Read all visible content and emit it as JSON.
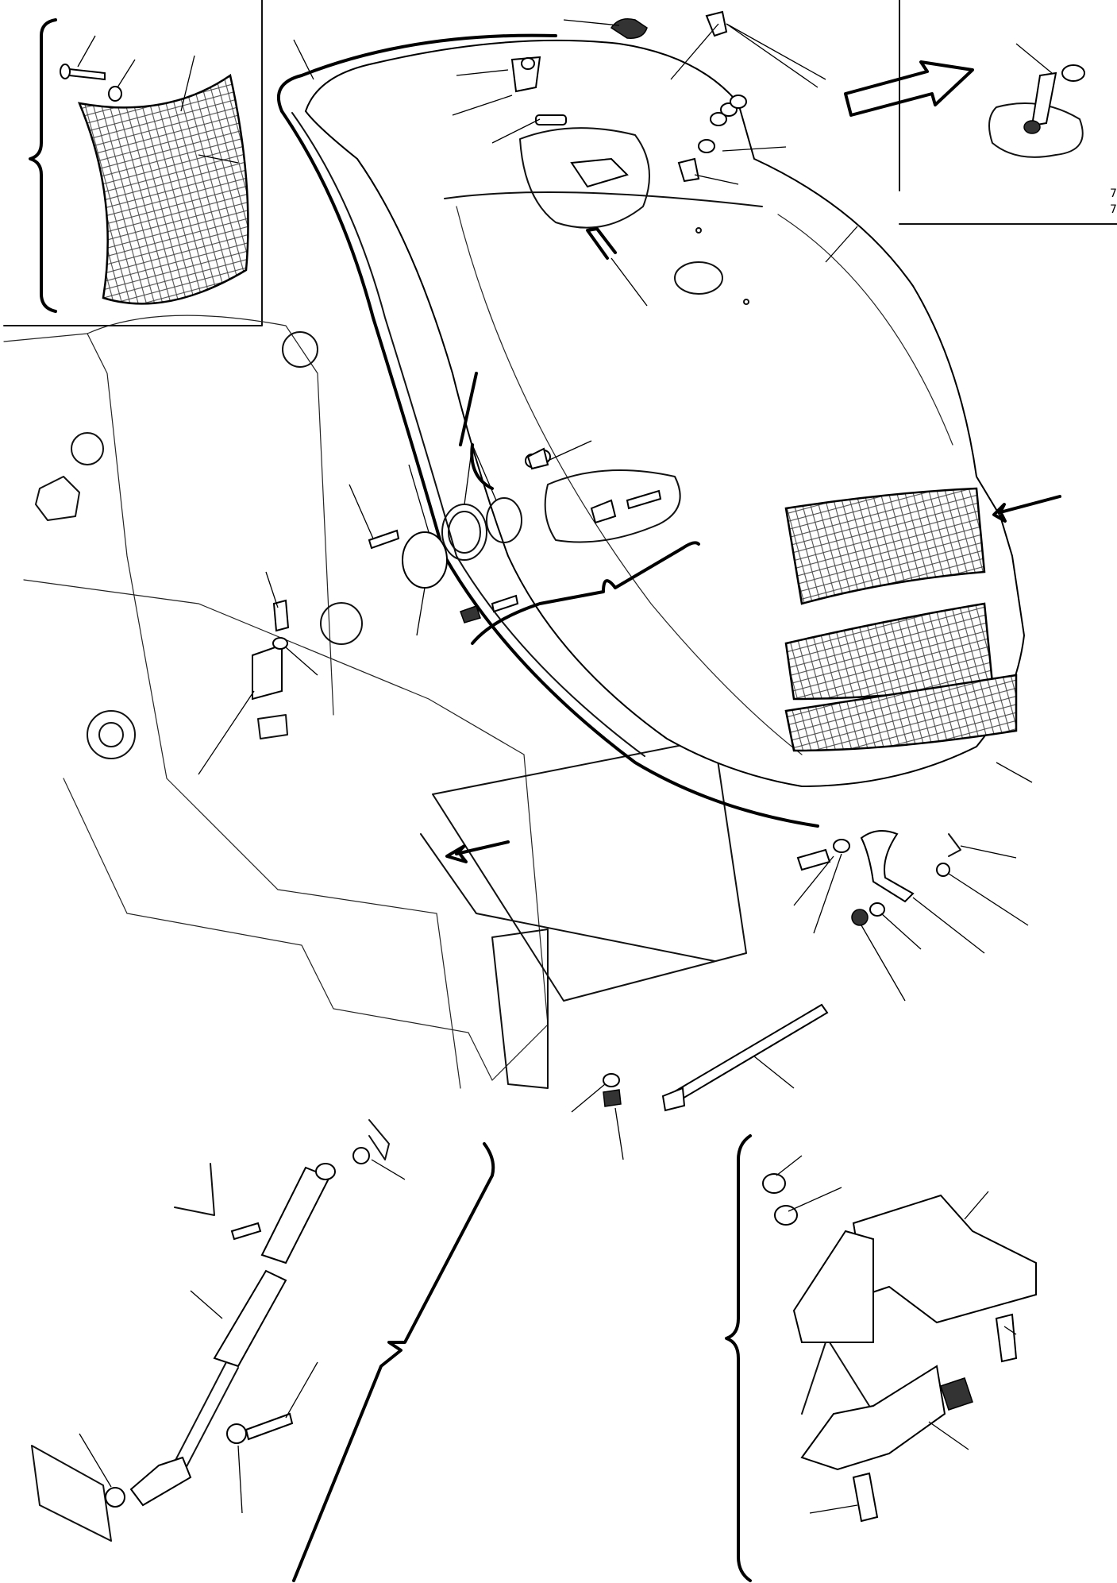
{
  "sheet_refs": [
    "7",
    "7"
  ],
  "colors": {
    "line": "#000000",
    "paper": "#ffffff",
    "mesh": "#444444"
  },
  "views": [
    {
      "id": "inset-front-grille",
      "description_visible": false
    },
    {
      "id": "inset-hood-lock",
      "description_visible": false
    },
    {
      "id": "main-hood-assembly",
      "description_visible": false
    },
    {
      "id": "detail-gas-strut",
      "description_visible": false
    },
    {
      "id": "detail-hinge-bracket",
      "description_visible": false
    }
  ]
}
